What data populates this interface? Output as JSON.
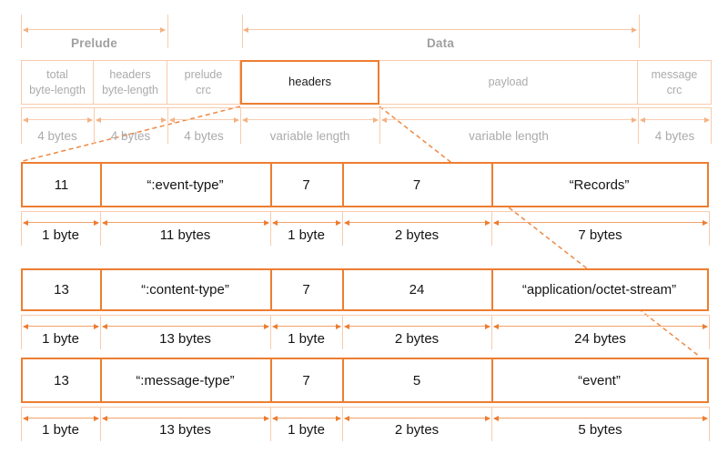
{
  "colors": {
    "accent_orange": "#ED7D31",
    "light_orange": "#F8CBAD",
    "mid_orange": "#F4B183",
    "grey_text": "#ABABAB",
    "dark_text": "#141414"
  },
  "brackets": {
    "prelude": "Prelude",
    "data": "Data"
  },
  "main_row": {
    "fields": [
      {
        "label": "total\nbyte-length",
        "size": "4 bytes"
      },
      {
        "label": "headers\nbyte-length",
        "size": "4 bytes"
      },
      {
        "label": "prelude\ncrc",
        "size": "4 bytes"
      },
      {
        "label": "headers",
        "size": "variable length"
      },
      {
        "label": "payload",
        "size": "variable length"
      },
      {
        "label": "message\ncrc",
        "size": "4 bytes"
      }
    ]
  },
  "header_rows": [
    {
      "cells": [
        {
          "value": "11",
          "size": "1 byte"
        },
        {
          "value": "“:event-type”",
          "size": "11 bytes"
        },
        {
          "value": "7",
          "size": "1 byte"
        },
        {
          "value": "7",
          "size": "2 bytes"
        },
        {
          "value": "“Records”",
          "size": "7 bytes"
        }
      ]
    },
    {
      "cells": [
        {
          "value": "13",
          "size": "1 byte"
        },
        {
          "value": "“:content-type”",
          "size": "13 bytes"
        },
        {
          "value": "7",
          "size": "1 byte"
        },
        {
          "value": "24",
          "size": "2 bytes"
        },
        {
          "value": "“application/octet-stream”",
          "size": "24 bytes"
        }
      ]
    },
    {
      "cells": [
        {
          "value": "13",
          "size": "1 byte"
        },
        {
          "value": "“:message-type”",
          "size": "13 bytes"
        },
        {
          "value": "7",
          "size": "1 byte"
        },
        {
          "value": "5",
          "size": "2 bytes"
        },
        {
          "value": "“event”",
          "size": "5 bytes"
        }
      ]
    }
  ]
}
